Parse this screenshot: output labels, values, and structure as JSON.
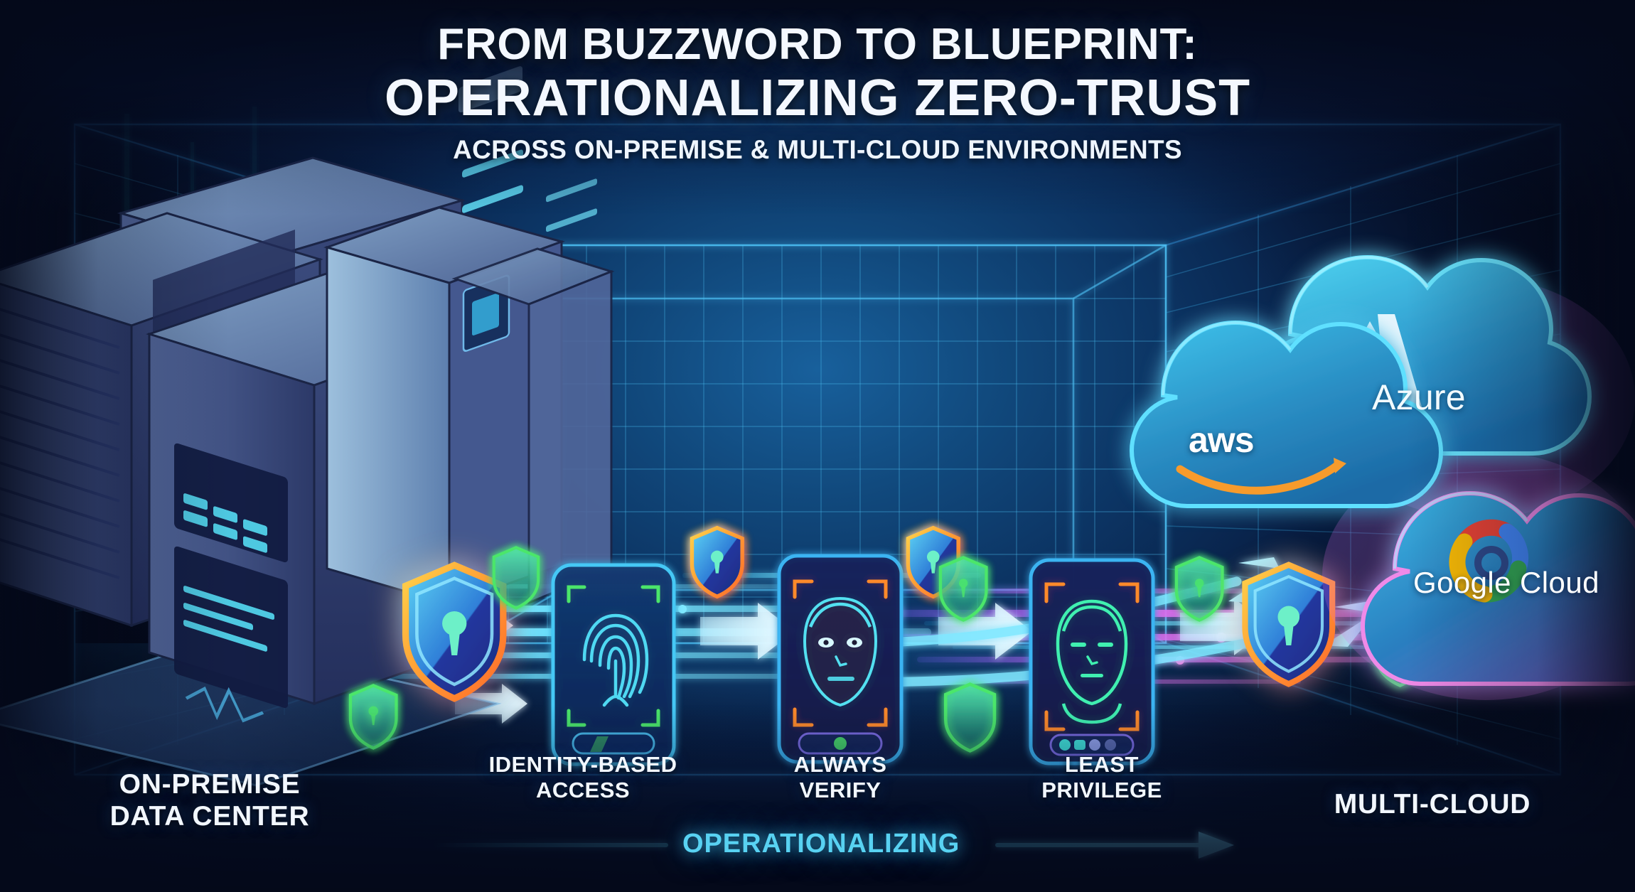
{
  "palette": {
    "bg_deep": "#050b1e",
    "bg_mid": "#0c3463",
    "bg_glow": "#18609c",
    "cyan": "#3fd0f5",
    "cyan_bright": "#7fe8ff",
    "neon_green": "#4ce66a",
    "orange": "#ff8a2b",
    "magenta": "#d96bf0",
    "purple": "#8a5cf0",
    "white": "#f4f8ff",
    "rack_body": "#31416e",
    "rack_dark": "#1f2a52",
    "rack_light": "#8fb6d8"
  },
  "header": {
    "title_line1": "FROM BUZZWORD TO BLUEPRINT:",
    "title_line2": "OPERATIONALIZING ZERO-TRUST",
    "subtitle": "ACROSS ON-PREMISE & MULTI-CLOUD ENVIRONMENTS"
  },
  "endpoints": {
    "left": {
      "label": "ON-PREMISE\nDATA CENTER",
      "icon": "server-rack-icon"
    },
    "right": {
      "label": "MULTI-CLOUD",
      "icon": "cloud-stack-icon"
    }
  },
  "pillars": [
    {
      "id": "identity-based-access",
      "label": "IDENTITY-BASED\nACCESS",
      "device_icon": "fingerprint-phone-icon",
      "bracket_color": "#4ce66a"
    },
    {
      "id": "always-verify",
      "label": "ALWAYS\nVERIFY",
      "device_icon": "face-scan-phone-icon",
      "bracket_color": "#ff8a2b"
    },
    {
      "id": "least-privilege",
      "label": "LEAST\nPRIVILEGE",
      "device_icon": "face-outline-phone-icon",
      "bracket_color": "#ff8a2b"
    }
  ],
  "flow": {
    "caption": "OPERATIONALIZING",
    "direction": "left-to-right",
    "arrow_icon": "arrow-right-icon"
  },
  "clouds": [
    {
      "id": "aws",
      "name": "aws",
      "logo_icon": "aws-logo-icon",
      "glow": "#3fd0f5"
    },
    {
      "id": "azure",
      "name": "Azure",
      "logo_icon": "azure-logo-icon",
      "glow": "#3fd0f5"
    },
    {
      "id": "google",
      "name": "Google Cloud",
      "logo_icon": "google-cloud-logo-icon",
      "glow": "#d96bf0"
    }
  ],
  "shields": [
    {
      "id": "shield-main-left",
      "style": "orange-rim-keyhole"
    },
    {
      "id": "shield-small-left",
      "style": "green-outline"
    },
    {
      "id": "shield-top-a",
      "style": "orange-rim-keyhole"
    },
    {
      "id": "shield-top-b",
      "style": "orange-rim-keyhole"
    },
    {
      "id": "shield-mid-green",
      "style": "green-outline"
    },
    {
      "id": "shield-right-green",
      "style": "green-outline"
    },
    {
      "id": "shield-main-right",
      "style": "orange-rim-keyhole"
    },
    {
      "id": "shield-far-right",
      "style": "green-outline"
    }
  ],
  "chart_data": {
    "type": "diagram",
    "title": "From Buzzword to Blueprint: Operationalizing Zero-Trust",
    "flow_stages": [
      "ON-PREMISE DATA CENTER",
      "IDENTITY-BASED ACCESS",
      "ALWAYS VERIFY",
      "LEAST PRIVILEGE",
      "MULTI-CLOUD"
    ]
  }
}
